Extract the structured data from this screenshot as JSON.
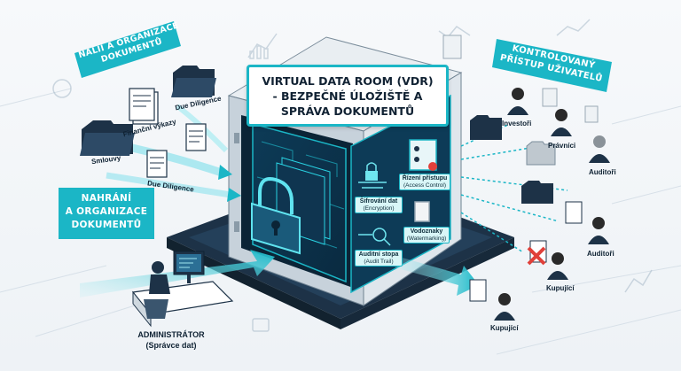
{
  "title": {
    "line1": "VIRTUAL DATA ROOM (VDR)",
    "line2": "- BEZPEČNÉ ÚLOŽIŠTĚ A",
    "line3": "SPRÁVA DOKUMENTŮ"
  },
  "banners": {
    "top_left_1": "NALIÍ A ORGANIZACE",
    "top_left_2": "DOKUMENTŮ",
    "mid_left_1": "NAHRÁNÍ",
    "mid_left_2": "A ORGANIZACE",
    "mid_left_3": "DOKUMENTŮ",
    "top_right_1": "KONTROLOVANÝ",
    "top_right_2": "PŘÍSTUP UŽIVATELŮ"
  },
  "doc_labels": {
    "smlouvy": "Smlouvy",
    "financni": "Finanční výkazy",
    "due1": "Due Diligence",
    "due2": "Due Diligence"
  },
  "features": {
    "access_1": "Řízení přístupu",
    "access_2": "(Access Control)",
    "encrypt_1": "Šifrování dat",
    "encrypt_2": "(Encryption)",
    "water_1": "Vodoznaky",
    "water_2": "(Watermarking)",
    "audit_1": "Auditní stopa",
    "audit_2": "(Audit Trail)"
  },
  "users": {
    "investori": "Investoři",
    "pravnici": "Právníci",
    "auditori1": "Auditoři",
    "auditori2": "Auditoři",
    "kupujici1": "Kupující",
    "kupujici2": "Kupující"
  },
  "admin": {
    "line1": "ADMINISTRÁTOR",
    "line2": "(Správce dat)"
  },
  "colors": {
    "accent": "#1bb6c6",
    "navy": "#1d3247",
    "deny": "#e0403a"
  }
}
